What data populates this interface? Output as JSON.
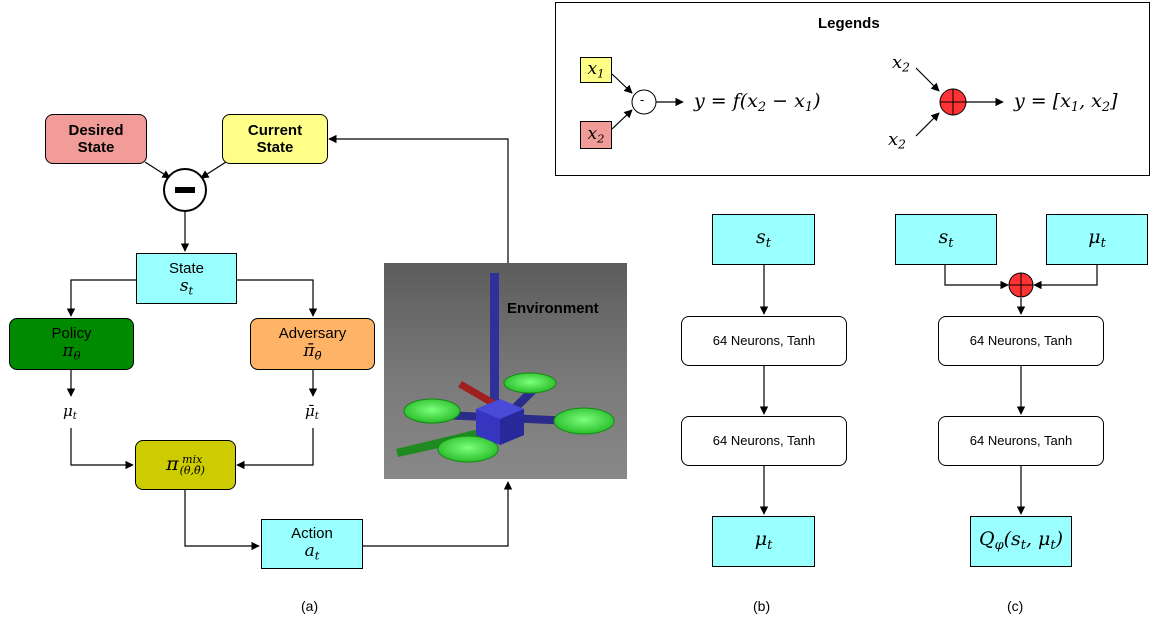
{
  "legend": {
    "title": "Legends",
    "sub_in_1": "x",
    "sub_in_1_idx": "1",
    "sub_in_2": "x",
    "sub_in_2_idx": "2",
    "sub_minus": "-",
    "sub_eq": "y = f(x",
    "sub_eq_a": "2",
    "sub_eq_b": " − x",
    "sub_eq_c": "1",
    "sub_eq_d": ")",
    "cat_in_top": "x",
    "cat_in_top_idx": "2",
    "cat_in_bot": "x",
    "cat_in_bot_idx": "2",
    "cat_eq": "y = [x",
    "cat_eq_a": "1",
    "cat_eq_b": ", x",
    "cat_eq_c": "2",
    "cat_eq_d": "]"
  },
  "panel_a": {
    "desired_state": "Desired State",
    "current_state": "Current State",
    "state_label": "State",
    "state_sym": "s",
    "state_idx": "t",
    "policy_label": "Policy",
    "policy_sym": "π",
    "policy_idx": "θ",
    "adversary_label": "Adversary",
    "adversary_sym": "π̄",
    "adversary_idx": "θ̄",
    "mu_left": "μ",
    "mu_left_idx": "t",
    "mu_right": "μ̄",
    "mu_right_idx": "t",
    "mix_sym": "π",
    "mix_sup": "mix",
    "mix_sub": "(θ,θ̄)",
    "action_label": "Action",
    "action_sym": "a",
    "action_idx": "t",
    "environment": "Environment",
    "caption": "(a)"
  },
  "panel_b": {
    "input_sym": "s",
    "input_idx": "t",
    "layer1": "64 Neurons, Tanh",
    "layer2": "64 Neurons, Tanh",
    "output_sym": "μ",
    "output_idx": "t",
    "caption": "(b)"
  },
  "panel_c": {
    "input1_sym": "s",
    "input1_idx": "t",
    "input2_sym": "μ",
    "input2_idx": "t",
    "layer1": "64 Neurons, Tanh",
    "layer2": "64 Neurons, Tanh",
    "output_q": "Q",
    "output_q_idx": "φ",
    "output_args": "(s",
    "output_args_a": "t",
    "output_args_b": ", μ",
    "output_args_c": "t",
    "output_args_d": ")",
    "caption": "(c)"
  },
  "colors": {
    "desired": "#f19c99",
    "current": "#ffff88",
    "cyan": "#99ffff",
    "policy": "#008a00",
    "adversary": "#ffb366",
    "mix": "#cccc00",
    "concat": "#ff3333",
    "legend_x1": "#ffff88",
    "legend_x2": "#f19c99"
  }
}
